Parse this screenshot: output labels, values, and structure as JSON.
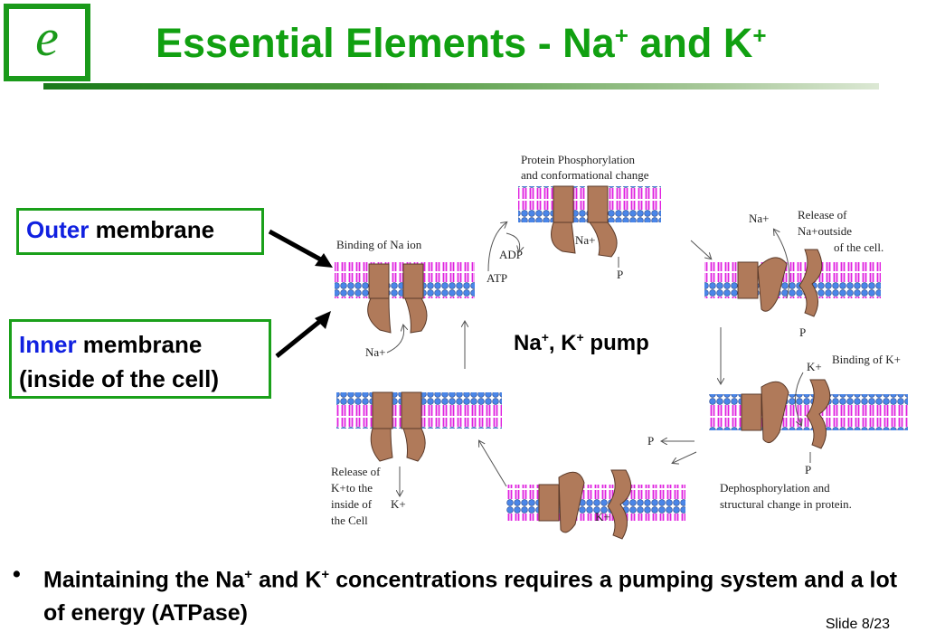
{
  "logo": {
    "letter": "e"
  },
  "title": {
    "prefix": "Essential Elements - Na",
    "sup1": "+",
    "middle": " and K",
    "sup2": "+"
  },
  "labels": {
    "outer": {
      "blue": "Outer",
      "rest": " membrane"
    },
    "inner": {
      "blue": "Inner",
      "rest": " membrane",
      "line2": "(inside of the cell)"
    }
  },
  "diagram": {
    "center": {
      "na": "Na",
      "sup1": "+",
      "comma": ", K",
      "sup2": "+",
      "rest": " pump"
    },
    "step1": {
      "title": "Binding of Na ion",
      "ion": "Na+"
    },
    "step2": {
      "title_line1": "Protein Phosphorylation",
      "title_line2": "and conformational change",
      "ion": "Na+",
      "adp": "ADP",
      "atp": "ATP",
      "p": "P"
    },
    "step3": {
      "ion": "Na+",
      "title_line1": "Release of",
      "title_line2": "Na+outside",
      "title_line3": "of the cell.",
      "p": "P"
    },
    "step4": {
      "ion": "K+",
      "title": "Binding of K+",
      "p_out": "P",
      "p_bottom": "P",
      "caption_line1": "Dephosphorylation and",
      "caption_line2": "structural change in protein."
    },
    "step5": {
      "ion": "K+"
    },
    "step6": {
      "title_line1": "Release of",
      "title_line2": "K+to the",
      "title_line3": "inside of",
      "title_line4": "the Cell",
      "ion": "K+"
    }
  },
  "bullet": {
    "dot": "•",
    "p1": "Maintaining the Na",
    "sup1": "+",
    "p2": " and K",
    "sup2": "+",
    "p3": " concentrations requires a pumping system and a lot of energy (ATPase)"
  },
  "footer": {
    "slide": "Slide 8/23"
  },
  "colors": {
    "green": "#11a011",
    "blue_label": "#1020e0",
    "membrane_head": "#4a86e8",
    "membrane_tail": "#e020e0",
    "protein": "#b07a5a"
  }
}
